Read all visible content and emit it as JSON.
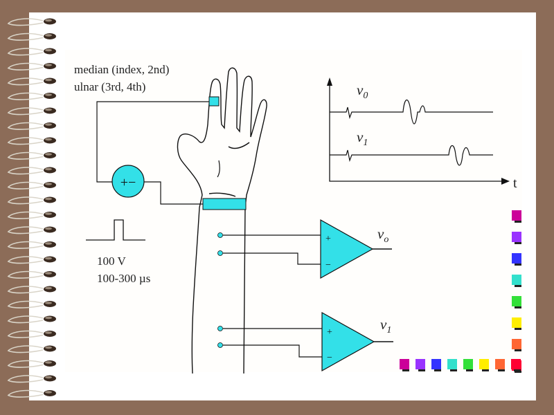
{
  "labels": {
    "nerve_line1": "median (index, 2nd)",
    "nerve_line2": "ulnar (3rd, 4th)",
    "stim_symbol": "+−",
    "pulse_voltage": "100 V",
    "pulse_duration": "100-300 µs",
    "v0_base": "v",
    "v0_sub": "0",
    "v1_base": "v",
    "v1_sub": "1",
    "time_axis": "t",
    "amp_top_base": "v",
    "amp_top_sub": "o",
    "amp_bottom_base": "v",
    "amp_bottom_sub": "1",
    "amp_plus": "+",
    "amp_minus": "−"
  },
  "colors": {
    "frame": "#8c6c58",
    "electrode": "#33e0e8",
    "line": "#111111",
    "swatches_side": [
      "#cc0099",
      "#9933ff",
      "#3333ff",
      "#33e0cc",
      "#33e03a",
      "#ffee00",
      "#ff6633",
      "#ff0033"
    ],
    "swatches_bottom": [
      "#cc0099",
      "#9933ff",
      "#3333ff",
      "#33e0cc",
      "#33e03a",
      "#ffee00",
      "#ff6633",
      "#ff0033"
    ]
  },
  "icons": {
    "binding": "spiral-binding-icon"
  }
}
